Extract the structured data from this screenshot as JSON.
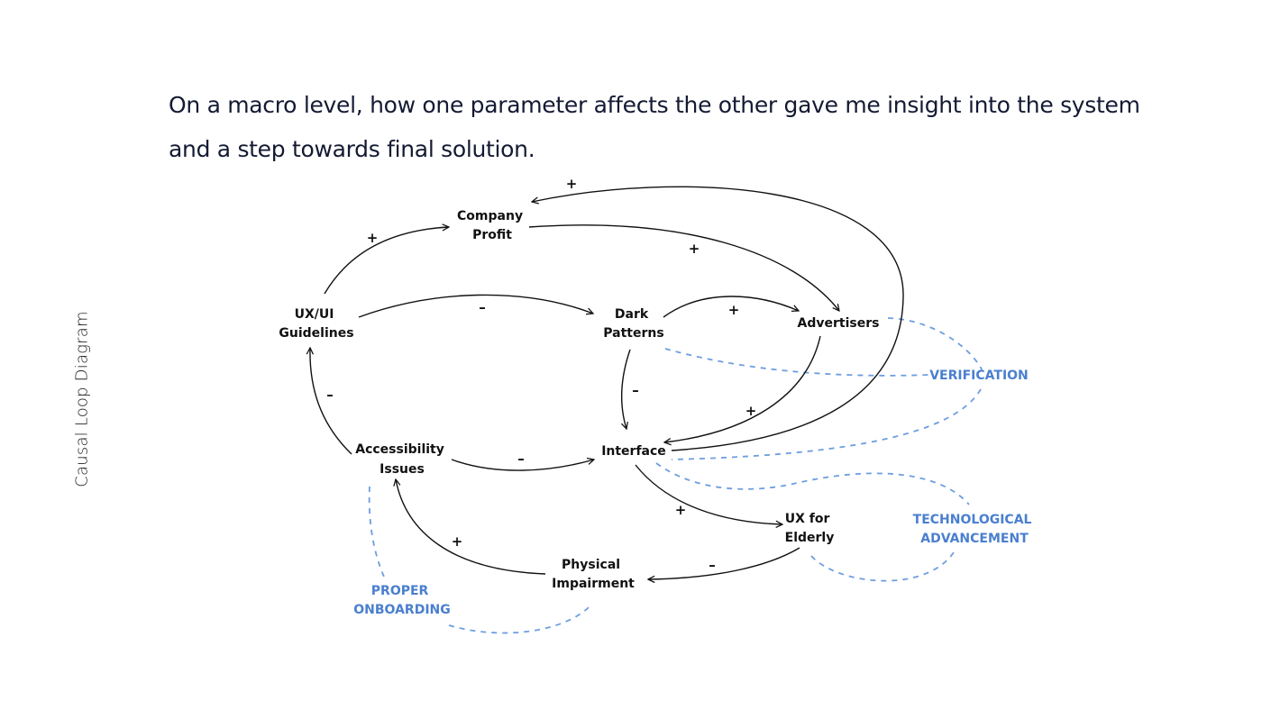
{
  "intro": {
    "line1": "On a macro level, how one parameter affects the other gave me insight into the system",
    "line2": "and a step towards final solution."
  },
  "side_label": "Causal Loop Diagram",
  "colors": {
    "text": "#141a33",
    "link": "#111111",
    "external": "#4a7fcf",
    "external_dash": "#6e9ee0"
  },
  "nodes": {
    "company_profit": [
      "Company",
      "Profit"
    ],
    "ux_ui_guidelines": [
      "UX/UI",
      "Guidelines"
    ],
    "dark_patterns": [
      "Dark",
      "Patterns"
    ],
    "advertisers": [
      "Advertisers"
    ],
    "accessibility_issues": [
      "Accessibility",
      "Issues"
    ],
    "interface": [
      "Interface"
    ],
    "ux_for_elderly": [
      "UX for",
      "Elderly"
    ],
    "physical_impairment": [
      "Physical",
      "Impairment"
    ]
  },
  "external_factors": {
    "verification": [
      "VERIFICATION"
    ],
    "technological_advancement": [
      "TECHNOLOGICAL",
      "ADVANCEMENT"
    ],
    "proper_onboarding": [
      "PROPER",
      "ONBOARDING"
    ]
  },
  "links": [
    {
      "from": "UX/UI Guidelines",
      "to": "Company Profit",
      "polarity": "+"
    },
    {
      "from": "UX/UI Guidelines",
      "to": "Dark Patterns",
      "polarity": "–"
    },
    {
      "from": "Company Profit",
      "to": "Advertisers",
      "polarity": "+"
    },
    {
      "from": "Interface",
      "to": "Company Profit",
      "polarity": "+"
    },
    {
      "from": "Dark Patterns",
      "to": "Advertisers",
      "polarity": "+"
    },
    {
      "from": "Dark Patterns",
      "to": "Interface",
      "polarity": "–"
    },
    {
      "from": "Advertisers",
      "to": "Interface",
      "polarity": "+"
    },
    {
      "from": "Accessibility Issues",
      "to": "UX/UI Guidelines",
      "polarity": "–"
    },
    {
      "from": "Accessibility Issues",
      "to": "Interface",
      "polarity": "–"
    },
    {
      "from": "Interface",
      "to": "UX for Elderly",
      "polarity": "+"
    },
    {
      "from": "UX for Elderly",
      "to": "Physical Impairment",
      "polarity": "–"
    },
    {
      "from": "Physical Impairment",
      "to": "Accessibility Issues",
      "polarity": "+"
    }
  ]
}
